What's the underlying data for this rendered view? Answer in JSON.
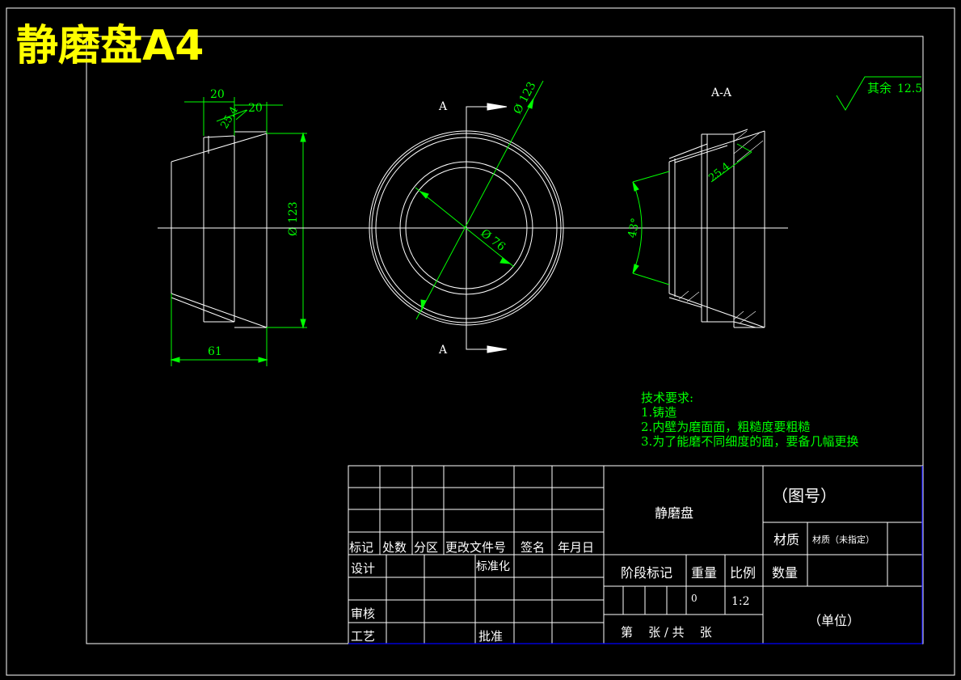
{
  "title": "静磨盘A4",
  "views": {
    "left": {
      "dim_top1": "20",
      "dim_top2": "20",
      "dim_angle": "25.4",
      "dim_dia": "Ø 123",
      "dim_len": "61"
    },
    "center": {
      "section_mark_top": "A",
      "section_mark_bottom": "A",
      "dim_outer": "Ø 123",
      "dim_inner": "Ø 76"
    },
    "right": {
      "section_title": "A-A",
      "dim_angle": "25.4",
      "dim_taper": "43°"
    }
  },
  "roughness": {
    "label": "其余",
    "value": "12.5"
  },
  "notes": {
    "heading": "技术要求:",
    "items": [
      "1.铸造",
      "2.内壁为磨面面，粗糙度要粗糙",
      "3.为了能磨不同细度的面，要备几幅更换"
    ]
  },
  "title_block": {
    "rev_headers": [
      "标记",
      "处数",
      "分区",
      "更改文件号",
      "签名",
      "年月日"
    ],
    "design": "设计",
    "standard": "标准化",
    "review": "审核",
    "process": "工艺",
    "approve": "批准",
    "part_name": "静磨盘",
    "drawing_no": "（图号）",
    "material_label": "材质",
    "material_value": "材质（未指定）",
    "qty_label": "数量",
    "stage_label": "阶段标记",
    "weight_label": "重量",
    "scale_label": "比例",
    "weight_value": "0",
    "scale_value": "1:2",
    "sheet": "第    张 / 共    张",
    "unit": "（单位）"
  },
  "colors": {
    "background": "#000000",
    "line": "#ffffff",
    "dimension": "#00ff00",
    "title": "#ffff00",
    "border_blue": "#0000ff"
  }
}
